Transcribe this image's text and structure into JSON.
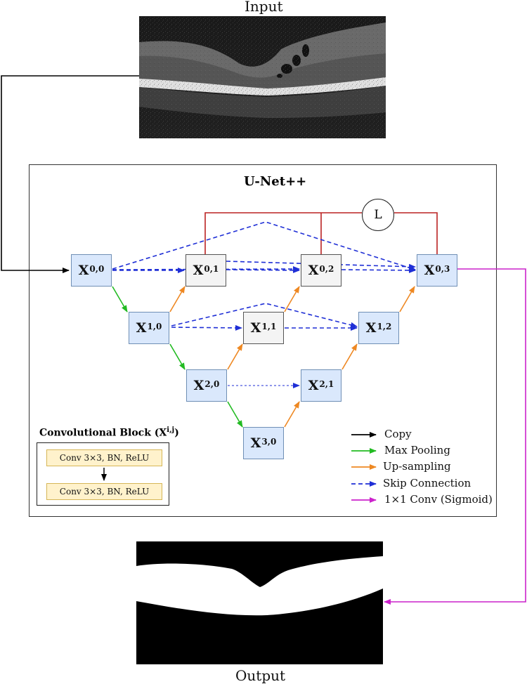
{
  "input_caption": "Input",
  "output_caption": "Output",
  "title": "U-Net++",
  "nodes": {
    "x00": {
      "base": "X",
      "sup": "0,0"
    },
    "x01": {
      "base": "X",
      "sup": "0,1"
    },
    "x02": {
      "base": "X",
      "sup": "0,2"
    },
    "x03": {
      "base": "X",
      "sup": "0,3"
    },
    "x10": {
      "base": "X",
      "sup": "1,0"
    },
    "x11": {
      "base": "X",
      "sup": "1,1"
    },
    "x12": {
      "base": "X",
      "sup": "1,2"
    },
    "x20": {
      "base": "X",
      "sup": "2,0"
    },
    "x21": {
      "base": "X",
      "sup": "2,1"
    },
    "x30": {
      "base": "X",
      "sup": "3,0"
    }
  },
  "loss_label": "L",
  "conv_block": {
    "title": "Convolutional Block (X",
    "title_sup": "i,j",
    "title_close": ")",
    "layer1": "Conv 3×3, BN, ReLU",
    "layer2": "Conv 3×3, BN, ReLU"
  },
  "legend": {
    "copy": "Copy",
    "max_pooling": "Max Pooling",
    "up_sampling": "Up-sampling",
    "skip_connection": "Skip Connection",
    "conv_sigmoid": "1×1 Conv (Sigmoid)"
  },
  "colors": {
    "copy": "#000000",
    "max_pooling": "#22bb22",
    "up_sampling": "#ee8822",
    "skip_connection": "#1f2fd6",
    "conv_sigmoid": "#cc22cc",
    "loss": "#bb2222",
    "node_blue": "#dae8fc",
    "node_gray": "#f4f4f4"
  }
}
